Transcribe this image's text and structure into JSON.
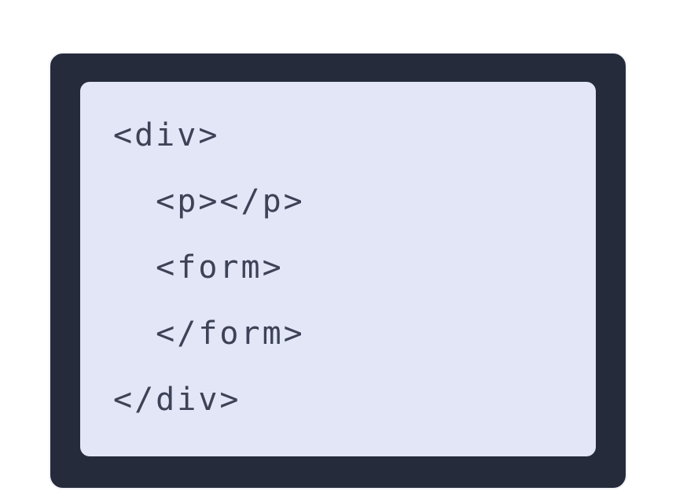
{
  "card": {
    "background_color": "#262b3c",
    "border_color": "#f2f2f7",
    "panel_background_color": "#e3e6f7",
    "code_text_color": "#3d4257"
  },
  "code": {
    "language": "html",
    "lines": [
      {
        "text": "<div>"
      },
      {
        "text": "  <p></p>"
      },
      {
        "text": "  <form>"
      },
      {
        "text": "  </form>"
      },
      {
        "text": "</div>"
      }
    ]
  }
}
